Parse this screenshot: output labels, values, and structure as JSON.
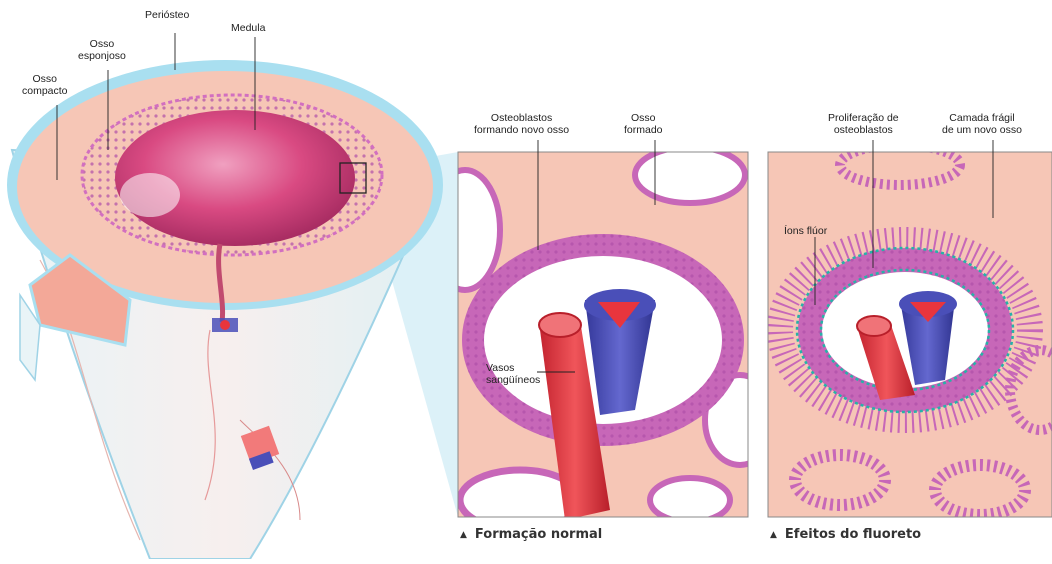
{
  "labels": {
    "periosteo": "Periósteo",
    "medula": "Medula",
    "osso_esponjoso": [
      "Osso",
      "esponjoso"
    ],
    "osso_compacto": [
      "Osso",
      "compacto"
    ],
    "osteoblastos_formando": [
      "Osteoblastos",
      "formando novo osso"
    ],
    "osso_formado": [
      "Osso",
      "formado"
    ],
    "vasos_sanguineos": [
      "Vasos",
      "sangüíneos"
    ],
    "proliferacao": [
      "Proliferação de",
      "osteoblastos"
    ],
    "camada_fragil": [
      "Camada frágil",
      "de um novo osso"
    ],
    "ions_fluor": "Íons flúor"
  },
  "captions": {
    "normal": "Formação normal",
    "fluoreto": "Efeitos do fluoreto"
  },
  "colors": {
    "bone": "#f6c6b6",
    "marrow": "#d94a82",
    "periosteum": "#a9dff0",
    "osteoblast": "#c767b8",
    "artery": "#e8353d",
    "vein": "#4a4fb8",
    "fluoride": "#26b3a8"
  }
}
